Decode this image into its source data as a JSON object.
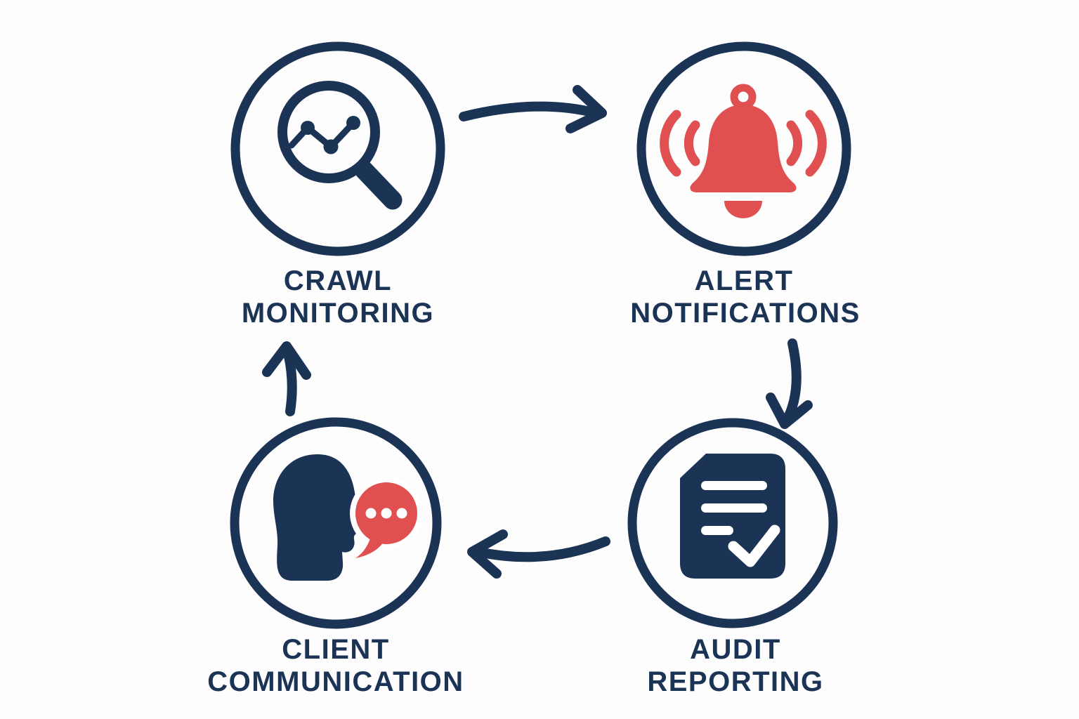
{
  "colors": {
    "navy": "#1B3355",
    "red": "#E05050",
    "background": "#FDFDFD",
    "icon_detail_white": "#FFFFFF"
  },
  "diagram": {
    "type": "cycle",
    "nodes": [
      {
        "id": "crawl-monitoring",
        "label_lines": [
          "CRAWL",
          "MONITORING"
        ],
        "icon": "magnifier-chart-icon"
      },
      {
        "id": "alert-notifications",
        "label_lines": [
          "ALERT",
          "NOTIFICATIONS"
        ],
        "icon": "alarm-bell-icon"
      },
      {
        "id": "audit-reporting",
        "label_lines": [
          "AUDIT",
          "REPORTING"
        ],
        "icon": "document-check-icon"
      },
      {
        "id": "client-communication",
        "label_lines": [
          "CLIENT",
          "COMMUNICATION"
        ],
        "icon": "talking-head-speech-bubble-icon"
      }
    ],
    "connections": [
      {
        "from": "crawl-monitoring",
        "to": "alert-notifications"
      },
      {
        "from": "alert-notifications",
        "to": "audit-reporting"
      },
      {
        "from": "audit-reporting",
        "to": "client-communication"
      },
      {
        "from": "client-communication",
        "to": "crawl-monitoring"
      }
    ]
  }
}
